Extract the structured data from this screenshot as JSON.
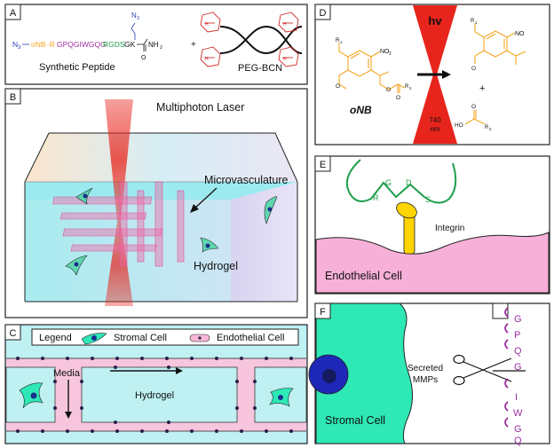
{
  "panels": {
    "a": {
      "letter": "A",
      "peptide_prefix": "N",
      "peptide_prefix_sub": "3",
      "peptide_onb": "oNB",
      "peptide_r": "-R",
      "peptide_cleavable": "GPQGIWGQG",
      "peptide_rgd": "RGDS",
      "peptide_gk": "GK",
      "peptide_n3_top": "N",
      "peptide_n3_top_sub": "3",
      "peptide_nh2": "NH",
      "peptide_nh2_sub": "2",
      "peptide_o": "O",
      "peptide_label": "Synthetic Peptide",
      "plus": "+",
      "peg_label": "PEG-BCN",
      "h_label": "H"
    },
    "b": {
      "letter": "B",
      "laser_label": "Multiphoton Laser",
      "vasculature_label": "Microvasculature",
      "hydrogel_label": "Hydrogel"
    },
    "c": {
      "letter": "C",
      "legend_label": "Legend",
      "stromal_label": "Stromal Cell",
      "endothelial_label": "Endothelial Cell",
      "media_label": "Media",
      "hydrogel_label": "Hydrogel"
    },
    "d": {
      "letter": "D",
      "hv_label": "hv",
      "wavelength_value": "740",
      "wavelength_unit": "nm",
      "onb_label": "oNB",
      "no2": "NO",
      "no2_sub": "2",
      "no": "NO",
      "r1": "R",
      "r1_sub": "1",
      "r2": "R",
      "r2_sub": "2",
      "o": "O",
      "ho": "HO",
      "plus": "+"
    },
    "e": {
      "letter": "E",
      "residues": [
        "R",
        "G",
        "D",
        "S"
      ],
      "integrin_label": "Integrin",
      "endothelial_label": "Endothelial Cell"
    },
    "f": {
      "letter": "F",
      "stromal_label": "Stromal Cell",
      "secreted_line1": "Secreted",
      "secreted_line2": "MMPs",
      "top_residues": [
        "G",
        "P",
        "Q",
        "G"
      ],
      "bottom_residues": [
        "I",
        "W",
        "G",
        "Q"
      ]
    }
  },
  "colors": {
    "orange": "#f5a623",
    "purple": "#9b2f9e",
    "green": "#1e9e4a",
    "blue": "#2b3fb8",
    "laser_red": "#e8251c",
    "cell_teal": "#2ee8b6",
    "vessel_pink": "#f7b8d6",
    "integrin_yellow": "#ffd400",
    "membrane_pink": "#f7b0d8"
  }
}
